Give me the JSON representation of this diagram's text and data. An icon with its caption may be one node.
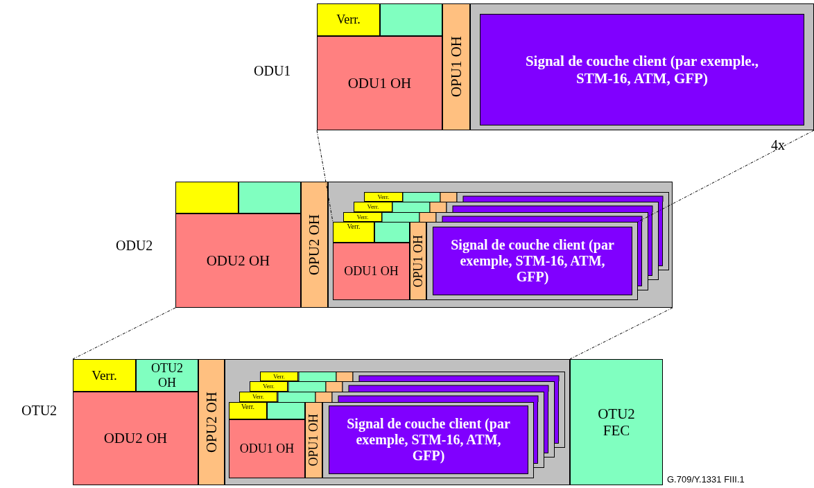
{
  "diagram": {
    "nodes": [
      {
        "text": [],
        "shape": "box",
        "beside": [
          "ODU1"
        ]
      },
      {
        "text": [
          "Verr."
        ],
        "in": 0
      },
      {
        "text": [],
        "shape": "box",
        "in": 0
      },
      {
        "text": [
          "ODU1 OH"
        ],
        "in": 0
      },
      {
        "text": [
          "OPU1 OH"
        ],
        "in": 0
      },
      {
        "text": [],
        "shape": "box",
        "in": 0
      },
      {
        "text": [
          "Signal de couche client (par exemple., STM-16, ATM, GFP)"
        ],
        "in": 5
      },
      {
        "text": [],
        "shape": "box",
        "beside": [
          "ODU2"
        ]
      },
      {
        "text": [],
        "shape": "box",
        "in": 7
      },
      {
        "text": [],
        "shape": "box",
        "in": 7
      },
      {
        "text": [
          "ODU2 OH"
        ],
        "in": 7
      },
      {
        "text": [
          "OPU2 OH"
        ],
        "in": 7
      },
      {
        "text": [],
        "shape": "box",
        "in": 7
      },
      {
        "text": [],
        "shape": "box",
        "in": 12
      },
      {
        "text": [
          "Verr."
        ],
        "in": 13
      },
      {
        "text": [],
        "shape": "box",
        "in": 12
      },
      {
        "text": [
          "Verr."
        ],
        "in": 15
      },
      {
        "text": [],
        "shape": "box",
        "in": 12
      },
      {
        "text": [
          "Verr."
        ],
        "in": 17
      },
      {
        "text": [],
        "shape": "box",
        "in": 12
      },
      {
        "text": [
          "Verr."
        ],
        "in": 19
      },
      {
        "text": [],
        "shape": "box",
        "in": 19
      },
      {
        "text": [
          "ODU1 OH"
        ],
        "in": 19
      },
      {
        "text": [
          "OPU1 OH"
        ],
        "in": 19
      },
      {
        "text": [],
        "shape": "box",
        "in": 19
      },
      {
        "text": [
          "Signal de couche client (par exemple, STM-16, ATM, GFP)"
        ],
        "in": 24
      },
      {
        "text": [],
        "shape": "box",
        "beside": [
          "OTU2"
        ]
      },
      {
        "text": [
          "Verr."
        ],
        "in": 26
      },
      {
        "text": [
          "OTU2 OH"
        ],
        "in": 26
      },
      {
        "text": [
          "ODU2 OH"
        ],
        "in": 26
      },
      {
        "text": [
          "OPU2 OH"
        ],
        "in": 26
      },
      {
        "text": [],
        "shape": "box",
        "in": 26
      },
      {
        "text": [],
        "shape": "box",
        "in": 31
      },
      {
        "text": [
          "Verr."
        ],
        "in": 32
      },
      {
        "text": [],
        "shape": "box",
        "in": 31
      },
      {
        "text": [
          "Verr."
        ],
        "in": 34
      },
      {
        "text": [],
        "shape": "box",
        "in": 31
      },
      {
        "text": [
          "Verr."
        ],
        "in": 36
      },
      {
        "text": [],
        "shape": "box",
        "in": 31
      },
      {
        "text": [
          "Verr."
        ],
        "in": 38
      },
      {
        "text": [],
        "shape": "box",
        "in": 38
      },
      {
        "text": [
          "ODU1 OH"
        ],
        "in": 38
      },
      {
        "text": [
          "OPU1 OH"
        ],
        "in": 38
      },
      {
        "text": [],
        "shape": "box",
        "in": 38
      },
      {
        "text": [
          "Signal de couche client (par exemple, STM-16, ATM, GFP)"
        ],
        "in": 43
      },
      {
        "text": [
          "OTU2 FEC"
        ],
        "in": 26
      }
    ],
    "edges": [
      {
        "from": 0,
        "to": 19,
        "arrow": "none",
        "style": "dashed"
      },
      {
        "from": 0,
        "to": 19,
        "arrow": "none",
        "style": "dashed"
      },
      {
        "from": 7,
        "to": 26,
        "arrow": "none",
        "style": "dashed"
      },
      {
        "from": 7,
        "to": 45,
        "arrow": "none",
        "style": "dashed"
      }
    ],
    "labels": [
      "4x",
      "G.709/Y.1331 FIII.1"
    ]
  }
}
